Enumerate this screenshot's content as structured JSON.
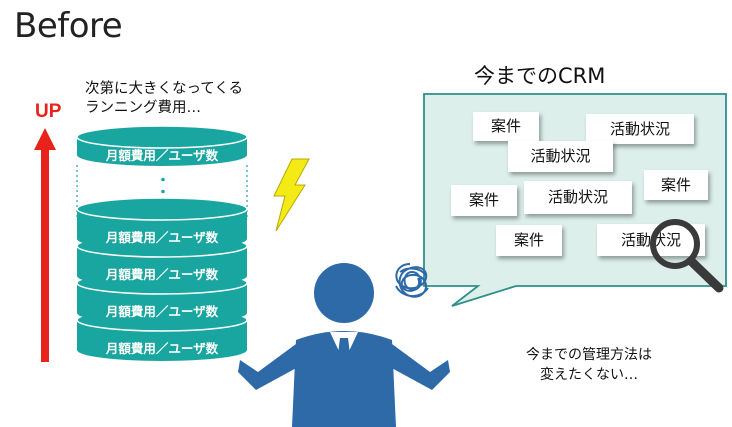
{
  "slide": {
    "title": "Before",
    "up_label": "UP",
    "cost_note": [
      "次第に大きくなってくる",
      "ランニング費用…"
    ],
    "disk_label": "月額費用／ユーザ数",
    "crm_title": "今までのCRM",
    "cards": [
      "案件",
      "活動状況",
      "活動状況",
      "案件",
      "活動状況",
      "案件",
      "案件",
      "活動状況"
    ],
    "mgmt_note": [
      "今までの管理方法は",
      "変えたくない…"
    ]
  },
  "colors": {
    "disk": "#1aa6a0",
    "disk_dark": "#138a85",
    "arrow": "#e8231b",
    "bubble_fill": "#dcefeb",
    "bubble_stroke": "#2f8f8c",
    "person": "#2d6aa7",
    "lightning": "#f4eb16",
    "magnifier": "#3a3a3a"
  }
}
